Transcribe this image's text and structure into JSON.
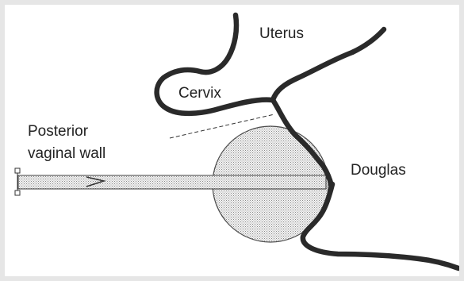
{
  "labels": {
    "uterus": "Uterus",
    "cervix": "Cervix",
    "posterior_line1": "Posterior",
    "posterior_line2": "vaginal wall",
    "douglas": "Douglas"
  },
  "colors": {
    "page_background": "#e6e6e6",
    "panel_background": "#ffffff",
    "wall_stroke": "#2a2a2a",
    "balloon_fill": "#dcdcdc",
    "probe_fill": "#ececec",
    "dashed_line": "#333333",
    "text": "#222222"
  }
}
